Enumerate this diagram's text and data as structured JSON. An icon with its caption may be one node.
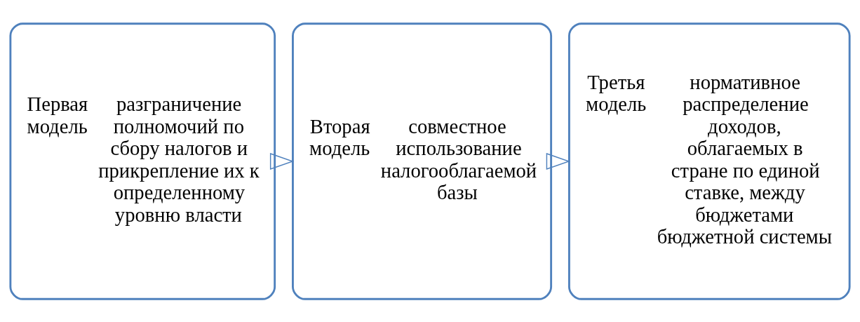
{
  "diagram": {
    "nodes": [
      {
        "text": [
          "Первая модель",
          "разграничение полномочий по сбору налогов и прикрепление их к определенному уровню власти"
        ]
      },
      {
        "text": [
          "Вторая  модель",
          "совместное использование налогооблагаемой базы"
        ]
      },
      {
        "text": [
          "Третья модель",
          "нормативное распределение доходов, облагаемых в стране по единой ставке, между бюджетами бюджетной системы"
        ]
      }
    ],
    "edges": [
      {
        "from": 0,
        "to": 1,
        "arrow": "to"
      },
      {
        "from": 1,
        "to": 2,
        "arrow": "to"
      }
    ]
  }
}
